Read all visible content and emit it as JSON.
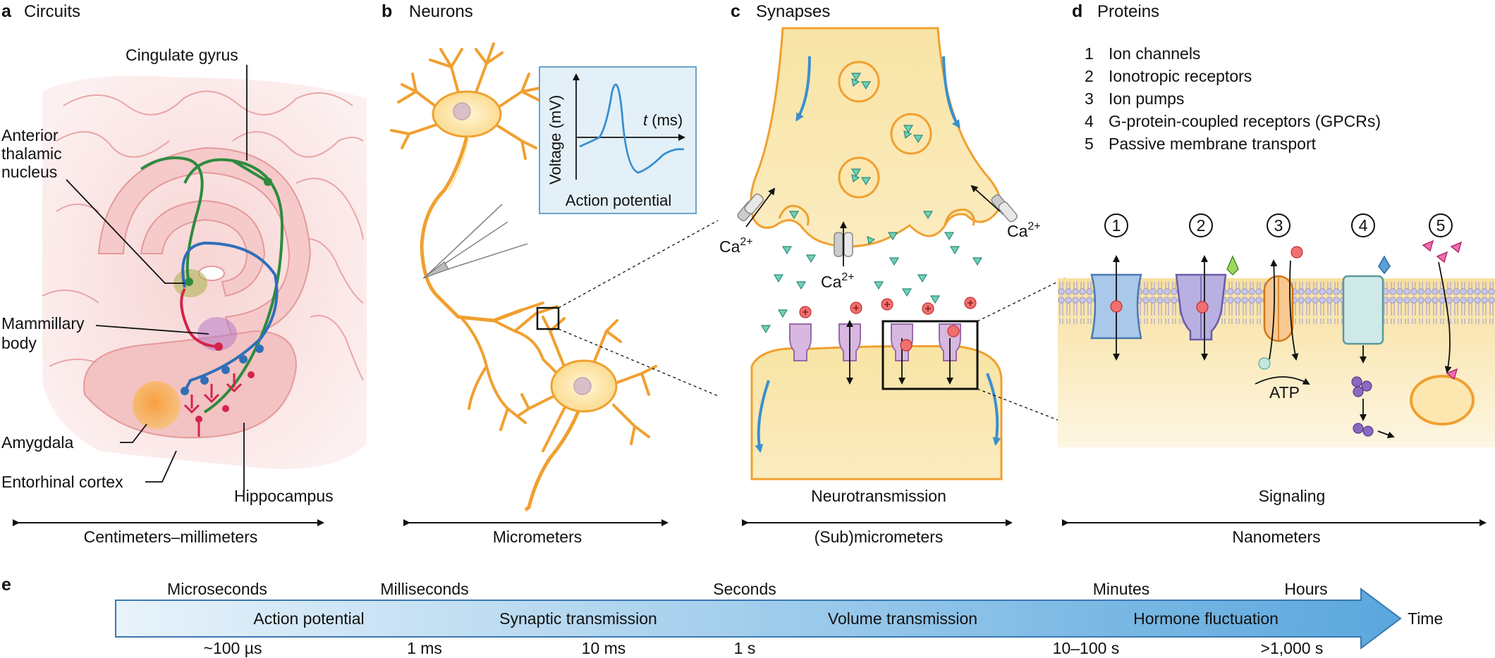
{
  "panel_a": {
    "letter": "a",
    "title": "Circuits",
    "labels": {
      "cingulate": "Cingulate gyrus",
      "anterior": [
        "Anterior",
        "thalamic",
        "nucleus"
      ],
      "mammillary": [
        "Mammillary",
        "body"
      ],
      "amygdala": "Amygdala",
      "entorhinal": "Entorhinal cortex",
      "hippocampus": "Hippocampus"
    },
    "scale": "Centimeters–millimeters"
  },
  "panel_b": {
    "letter": "b",
    "title": "Neurons",
    "inset": {
      "ylabel": "Voltage (mV)",
      "xlabel_italic": "t",
      "xlabel_rest": " (ms)",
      "caption": "Action potential"
    },
    "scale": "Micrometers"
  },
  "panel_c": {
    "letter": "c",
    "title": "Synapses",
    "ca_base": "Ca",
    "ca_sup": "2+",
    "caption": "Neurotransmission",
    "scale": "(Sub)micrometers"
  },
  "panel_d": {
    "letter": "d",
    "title": "Proteins",
    "list": [
      {
        "num": "1",
        "text": "Ion channels"
      },
      {
        "num": "2",
        "text": "Ionotropic receptors"
      },
      {
        "num": "3",
        "text": "Ion pumps"
      },
      {
        "num": "4",
        "text": "G-protein-coupled receptors (GPCRs)"
      },
      {
        "num": "5",
        "text": "Passive membrane transport"
      }
    ],
    "circle_nums": [
      "1",
      "2",
      "3",
      "4",
      "5"
    ],
    "atp": "ATP",
    "caption": "Signaling",
    "scale": "Nanometers"
  },
  "panel_e": {
    "letter": "e",
    "top_labels": [
      "Microseconds",
      "Milliseconds",
      "Seconds",
      "Minutes",
      "Hours"
    ],
    "mid_labels": [
      "Action potential",
      "Synaptic transmission",
      "Volume transmission",
      "Hormone fluctuation"
    ],
    "bottom_labels": [
      "~100 µs",
      "1 ms",
      "10 ms",
      "1 s",
      "10–100 s",
      ">1,000 s"
    ],
    "axis_label": "Time"
  },
  "colors": {
    "neuron": "#f0a030",
    "axon_fill": "#fce7a8",
    "arrow_blue": "#3a8fcf",
    "green_path": "#2e8b3e",
    "red_path": "#d4254a",
    "blue_path": "#2f6fb8",
    "brain_bg": "#f8dcdc",
    "membrane": "#b9b6d8"
  }
}
